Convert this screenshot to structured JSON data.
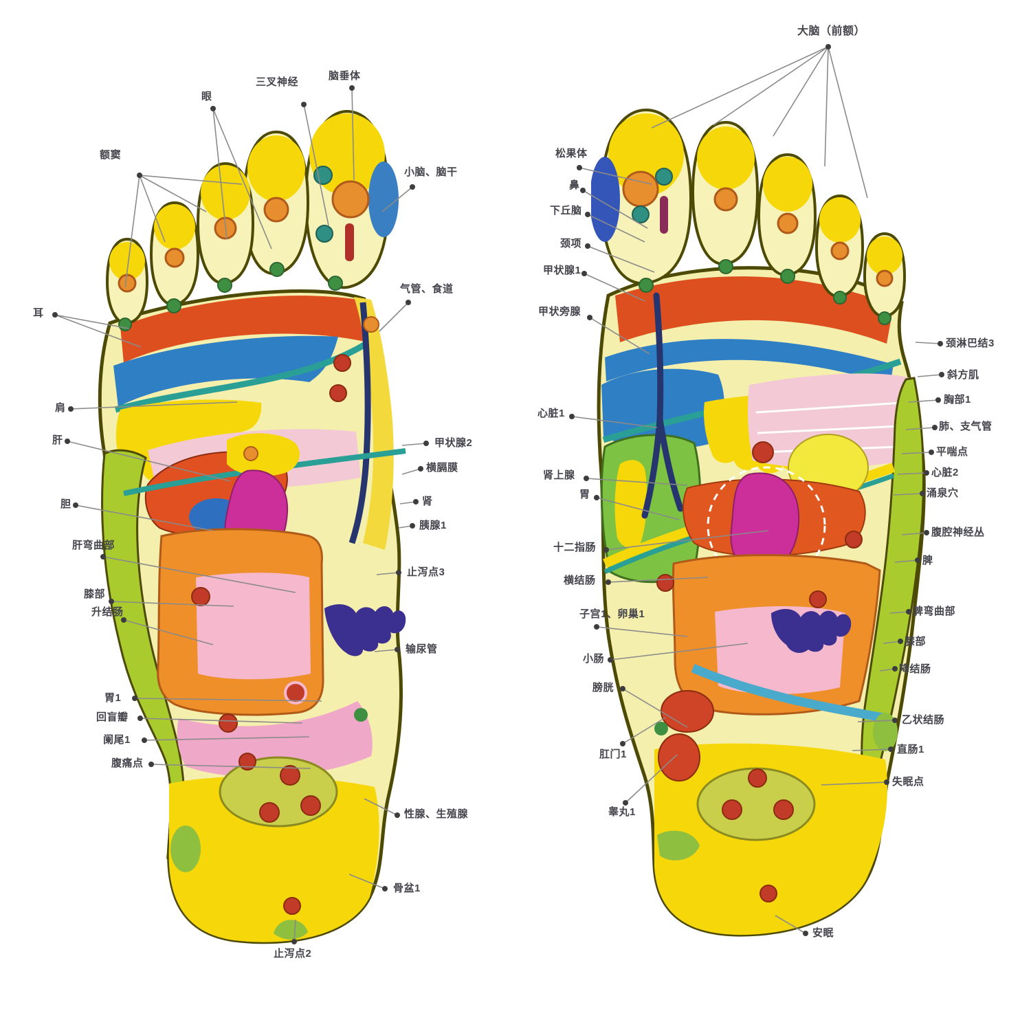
{
  "chart": {
    "type": "foot-reflexology-diagram",
    "background": "#ffffff",
    "colors": {
      "foot_base": "#f5efad",
      "toe_yellow": "#f6d70a",
      "band_red": "#dd4f1f",
      "band_blue": "#2f7fc5",
      "teal_line": "#2a9f96",
      "green_strip": "#aacb2d",
      "pink_zone": "#f2c9d4",
      "orange_colon": "#ef8f2a",
      "magenta_kidney": "#cc2f9a",
      "navy": "#26356e",
      "dot_red": "#c23a28",
      "dot_orange": "#e78f2e",
      "dot_green": "#3f8f43",
      "outline": "#4c4a05",
      "label_text": "#44444c"
    },
    "left_foot": {
      "labels": {
        "frontal_sinus": "额窦",
        "eye": "眼",
        "trigeminal_nerve": "三叉神经",
        "pituitary": "脑垂体",
        "cerebellum_brainstem": "小脑、脑干",
        "trachea_esophagus": "气管、食道",
        "ear": "耳",
        "shoulder": "肩",
        "liver": "肝",
        "gallbladder": "胆",
        "thyroid_2": "甲状腺2",
        "diaphragm": "横膈膜",
        "kidney": "肾",
        "pancreas_1": "胰腺1",
        "hepatic_flexure": "肝弯曲部",
        "antidiarrhea_point_3": "止泻点3",
        "knee": "膝部",
        "ascending_colon": "升结肠",
        "ureter": "输尿管",
        "stomach_1": "胃1",
        "ileocecal_valve": "回盲瓣",
        "appendix_1": "阑尾1",
        "abdominal_pain_point": "腹痛点",
        "gonad_reproductive": "性腺、生殖腺",
        "pelvis_1": "骨盆1",
        "antidiarrhea_point_2": "止泻点2"
      }
    },
    "right_foot": {
      "labels": {
        "cerebrum_forehead": "大脑（前额）",
        "pineal": "松果体",
        "nose": "鼻",
        "hypothalamus": "下丘脑",
        "neck": "颈项",
        "thyroid_1": "甲状腺1",
        "parathyroid": "甲状旁腺",
        "heart_1": "心脏1",
        "adrenal": "肾上腺",
        "stomach": "胃",
        "duodenum": "十二指肠",
        "transverse_colon": "横结肠",
        "uterus_ovary": "子宫1、卵巢1",
        "small_intestine": "小肠",
        "bladder": "膀胱",
        "anus_1": "肛门1",
        "testis_1": "睾丸1",
        "cervical_lymph_3": "颈淋巴结3",
        "trapezius": "斜方肌",
        "chest_1": "胸部1",
        "lung_bronchus": "肺、支气管",
        "asthma_point": "平喘点",
        "heart_2": "心脏2",
        "yongquan_point": "涌泉穴",
        "celiac_plexus": "腹腔神经丛",
        "spleen": "脾",
        "splenic_flexure": "脾弯曲部",
        "knee": "膝部",
        "descending_colon": "降结肠",
        "sigmoid_colon": "乙状结肠",
        "rectum_1": "直肠1",
        "insomnia_point": "失眠点",
        "anmian_point": "安眠"
      }
    }
  }
}
